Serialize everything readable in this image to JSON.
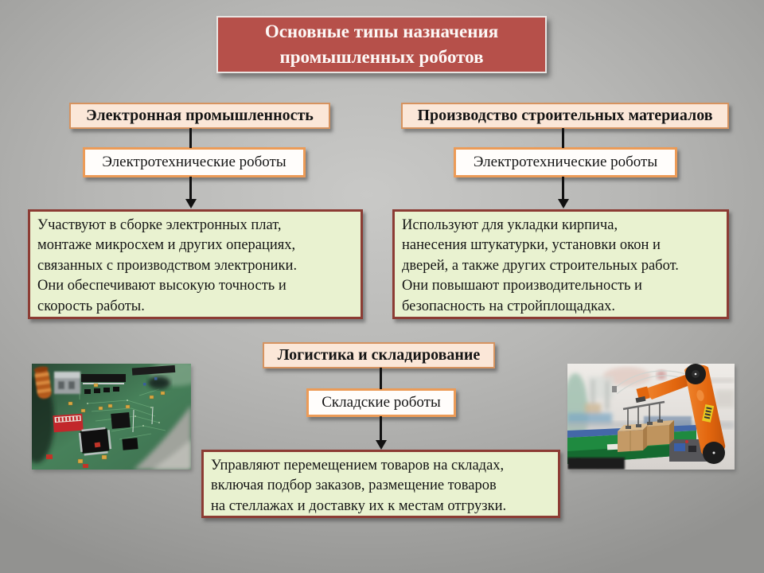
{
  "title": "Основные типы назначения промышленных роботов",
  "cols": [
    {
      "header": "Электронная промышленность",
      "sub": "Электротехнические роботы",
      "lines": [
        "Участвуют в сборке электронных плат,",
        "монтаже микросхем и других операциях,",
        "связанных с производством электроники.",
        "Они обеспечивают высокую точность и",
        "скорость работы."
      ]
    },
    {
      "header": "Производство строительных материалов",
      "sub": "Электротехнические роботы",
      "lines": [
        "Используют для укладки кирпича,",
        "нанесения штукатурки, установки окон и",
        "дверей, а также других строительных работ.",
        "Они повышают производительность и",
        "безопасность на стройплощадках."
      ]
    },
    {
      "header": "Логистика и складирование",
      "sub": "Складские роботы",
      "lines": [
        "Управляют перемещением товаров на складах,",
        "включая подбор заказов, размещение товаров",
        "на стеллажах и доставку их к местам отгрузки."
      ]
    }
  ],
  "images": [
    {
      "name": "circuit-board-photo"
    },
    {
      "name": "warehouse-robot-photo"
    }
  ],
  "colors": {
    "title_bg": "#b6504a",
    "header_bg": "#fbe7d8",
    "header_border": "#d6935f",
    "subbox_border": "#ec9b57",
    "green_bg": "#e9f2d0",
    "green_border": "#8c3c34",
    "connector": "#111111"
  }
}
